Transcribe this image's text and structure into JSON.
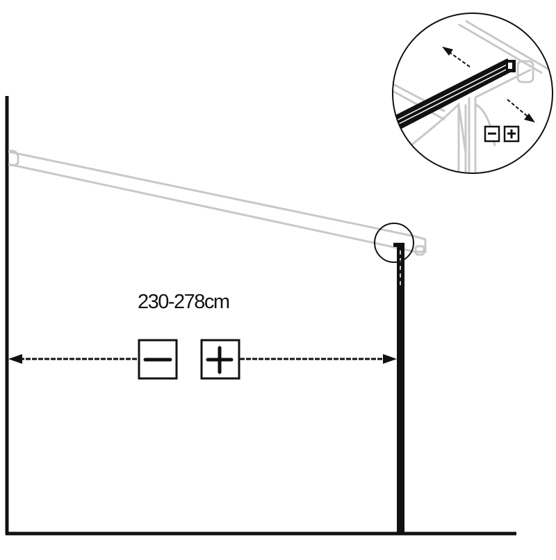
{
  "diagram": {
    "type": "installation-instruction",
    "dimension_label": "230-278cm",
    "adjust_symbols": {
      "minus": "−",
      "plus": "+"
    },
    "detail_callout": {
      "description": "zoomed view of beam-to-post joint showing adjustable extension",
      "symbols": [
        "−",
        "+"
      ]
    },
    "colors": {
      "line": "#111111",
      "faded": "#c8c8c8",
      "background": "#ffffff"
    }
  }
}
